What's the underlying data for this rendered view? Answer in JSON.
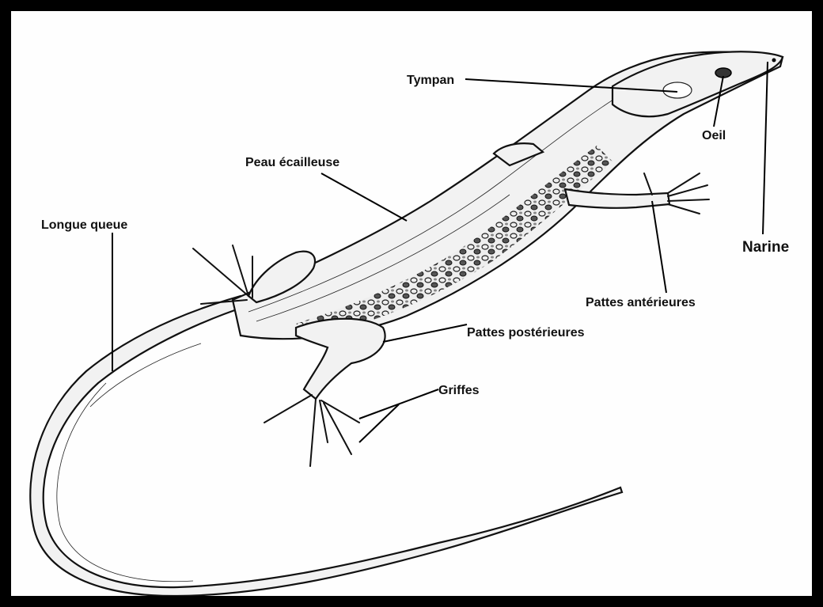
{
  "diagram": {
    "labels": {
      "tympan": "Tympan",
      "oeil": "Oeil",
      "narine": "Narine",
      "peau": "Peau écailleuse",
      "queue": "Longue queue",
      "pattes_ant": "Pattes antérieures",
      "pattes_post": "Pattes postérieures",
      "griffes": "Griffes"
    },
    "colors": {
      "frame": "#000000",
      "background": "#fefefe",
      "ink": "#111111"
    }
  }
}
